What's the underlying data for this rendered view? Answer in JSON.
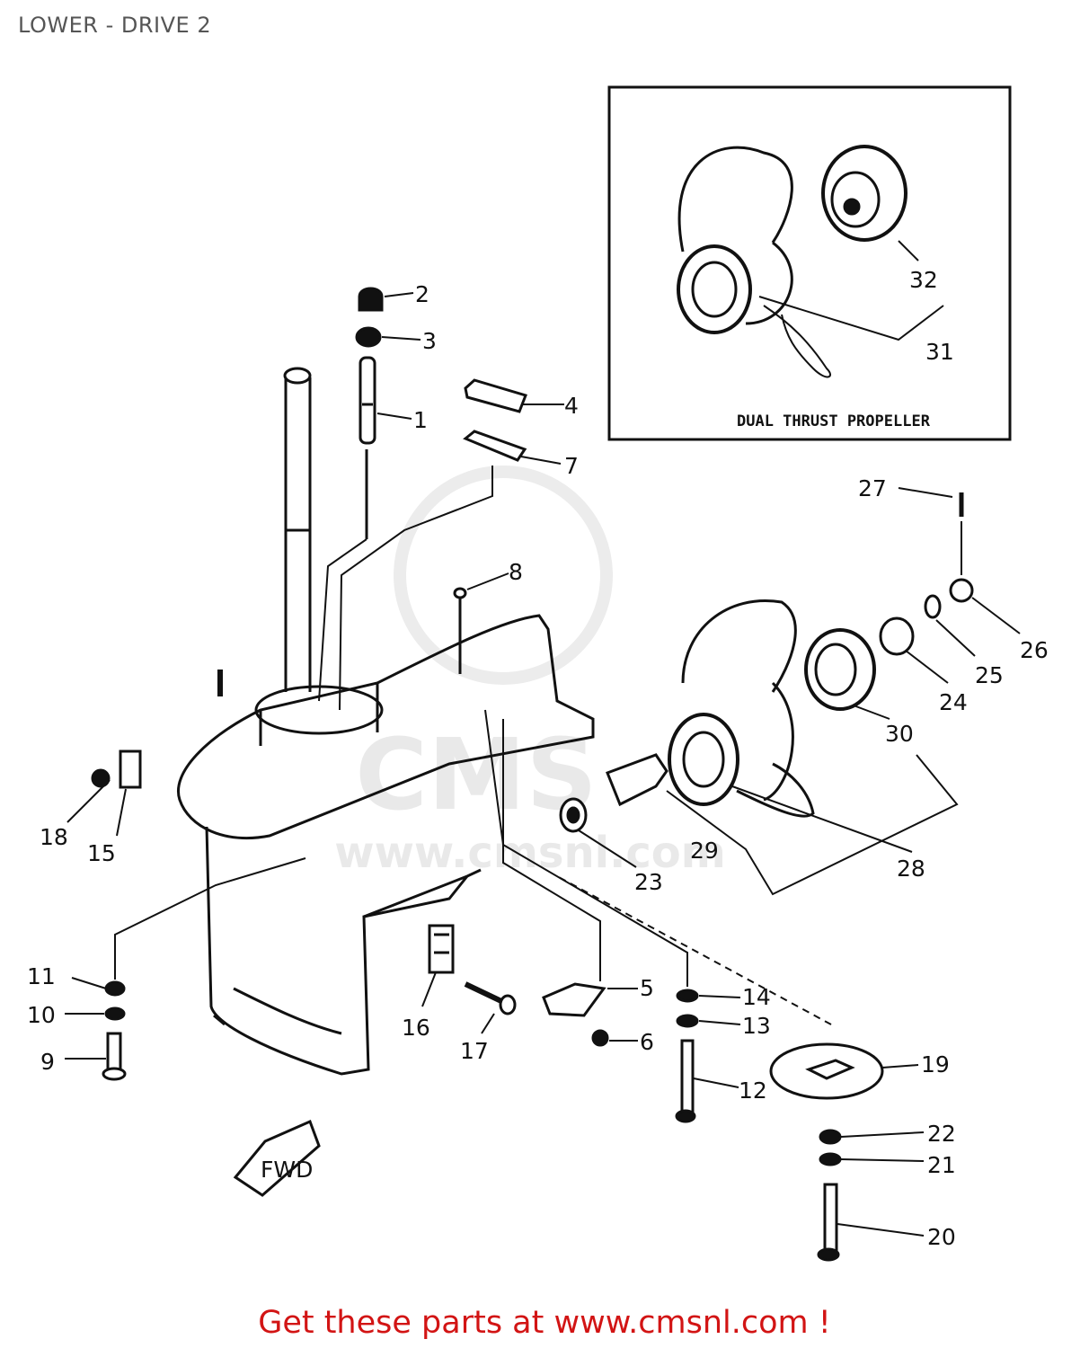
{
  "page": {
    "title": "LOWER - DRIVE 2"
  },
  "diagram": {
    "inset_label": "DUAL THRUST PROPELLER",
    "fwd_label": "FWD",
    "watermark": "www.cmsnl.com",
    "watermark_short": "CMS",
    "callouts": [
      "1",
      "2",
      "3",
      "4",
      "5",
      "6",
      "7",
      "8",
      "9",
      "10",
      "11",
      "12",
      "13",
      "14",
      "15",
      "16",
      "17",
      "18",
      "19",
      "20",
      "21",
      "22",
      "23",
      "24",
      "25",
      "26",
      "27",
      "28",
      "29",
      "30",
      "31",
      "32"
    ]
  },
  "footer": {
    "link_text": "Get these parts at www.cmsnl.com !"
  }
}
